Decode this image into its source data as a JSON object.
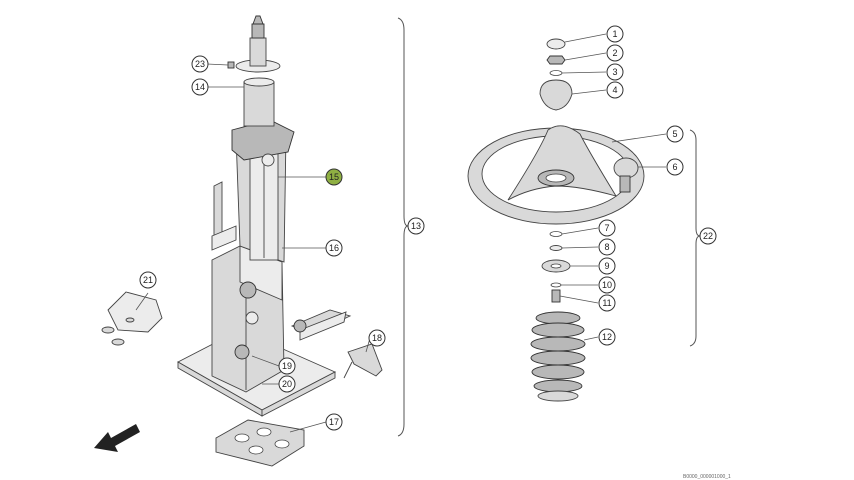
{
  "callouts": {
    "c1": "1",
    "c2": "2",
    "c3": "3",
    "c4": "4",
    "c5": "5",
    "c6": "6",
    "c7": "7",
    "c8": "8",
    "c9": "9",
    "c10": "10",
    "c11": "11",
    "c12": "12",
    "c13": "13",
    "c14": "14",
    "c15": "15",
    "c16": "16",
    "c17": "17",
    "c18": "18",
    "c19": "19",
    "c20": "20",
    "c21": "21",
    "c22": "22",
    "c23": "23"
  },
  "highlight": {
    "callout": "15",
    "color": "#8fb043"
  },
  "reference_code": "B0000_000001000_1",
  "icons": {
    "direction": "arrow-icon"
  }
}
